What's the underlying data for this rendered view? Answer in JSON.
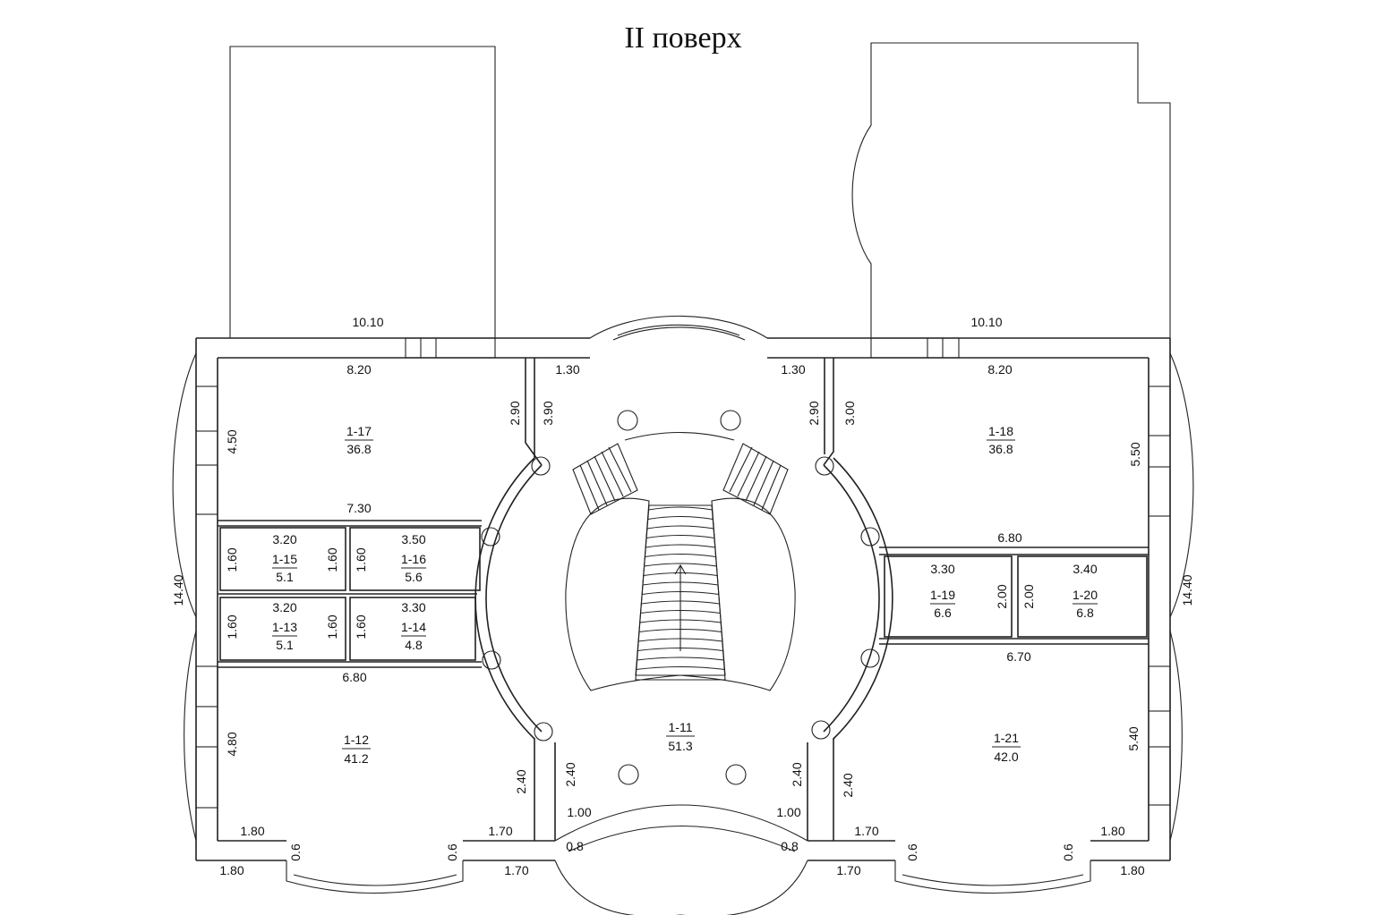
{
  "title": "II поверх",
  "rooms": [
    {
      "id": "r17",
      "number": "1-17",
      "area": "36.8"
    },
    {
      "id": "r18",
      "number": "1-18",
      "area": "36.8"
    },
    {
      "id": "r15",
      "number": "1-15",
      "area": "5.1"
    },
    {
      "id": "r16",
      "number": "1-16",
      "area": "5.6"
    },
    {
      "id": "r13",
      "number": "1-13",
      "area": "5.1"
    },
    {
      "id": "r14",
      "number": "1-14",
      "area": "4.8"
    },
    {
      "id": "r19",
      "number": "1-19",
      "area": "6.6"
    },
    {
      "id": "r20",
      "number": "1-20",
      "area": "6.8"
    },
    {
      "id": "r11",
      "number": "1-11",
      "area": "51.3"
    },
    {
      "id": "r12",
      "number": "1-12",
      "area": "41.2"
    },
    {
      "id": "r21",
      "number": "1-21",
      "area": "42.0"
    }
  ],
  "dimensions": [
    {
      "id": "d-top-left",
      "value": "10.10"
    },
    {
      "id": "d-top-right",
      "value": "10.10"
    },
    {
      "id": "d-17-top",
      "value": "8.20"
    },
    {
      "id": "d-18-top",
      "value": "8.20"
    },
    {
      "id": "d-hall-tl",
      "value": "1.30"
    },
    {
      "id": "d-hall-tr",
      "value": "1.30"
    },
    {
      "id": "d-17-left",
      "value": "4.50"
    },
    {
      "id": "d-17-right",
      "value": "2.90"
    },
    {
      "id": "d-hall-left",
      "value": "3.90"
    },
    {
      "id": "d-hall-right",
      "value": "2.90"
    },
    {
      "id": "d-18-left",
      "value": "3.00"
    },
    {
      "id": "d-18-right",
      "value": "5.50"
    },
    {
      "id": "d-17-bottom",
      "value": "7.30"
    },
    {
      "id": "d-18-bottom",
      "value": "6.80"
    },
    {
      "id": "d-15-top",
      "value": "3.20"
    },
    {
      "id": "d-16-top",
      "value": "3.50"
    },
    {
      "id": "d-15-l",
      "value": "1.60"
    },
    {
      "id": "d-15-r",
      "value": "1.60"
    },
    {
      "id": "d-16-l",
      "value": "1.60"
    },
    {
      "id": "d-13-top",
      "value": "3.20"
    },
    {
      "id": "d-14-top",
      "value": "3.30"
    },
    {
      "id": "d-13-l",
      "value": "1.60"
    },
    {
      "id": "d-13-r",
      "value": "1.60"
    },
    {
      "id": "d-14-l",
      "value": "1.60"
    },
    {
      "id": "d-19-top",
      "value": "3.30"
    },
    {
      "id": "d-20-top",
      "value": "3.40"
    },
    {
      "id": "d-19-r",
      "value": "2.00"
    },
    {
      "id": "d-20-l",
      "value": "2.00"
    },
    {
      "id": "d-width-left",
      "value": "14.40"
    },
    {
      "id": "d-width-right",
      "value": "14.40"
    },
    {
      "id": "d-12-top",
      "value": "6.80"
    },
    {
      "id": "d-21-top",
      "value": "6.70"
    },
    {
      "id": "d-12-left",
      "value": "4.80"
    },
    {
      "id": "d-21-right",
      "value": "5.40"
    },
    {
      "id": "d-12-right",
      "value": "2.40"
    },
    {
      "id": "d-hall-bl",
      "value": "2.40"
    },
    {
      "id": "d-hall-br",
      "value": "2.40"
    },
    {
      "id": "d-21-left",
      "value": "2.40"
    },
    {
      "id": "d-hall-bot-l",
      "value": "1.00"
    },
    {
      "id": "d-hall-bot-r",
      "value": "1.00"
    },
    {
      "id": "d-12-bot-l",
      "value": "1.80"
    },
    {
      "id": "d-12-bot-r",
      "value": "1.70"
    },
    {
      "id": "d-21-bot-l",
      "value": "1.70"
    },
    {
      "id": "d-21-bot-r",
      "value": "1.80"
    },
    {
      "id": "d-bay-12-l",
      "value": "0.6"
    },
    {
      "id": "d-bay-12-r",
      "value": "0.6"
    },
    {
      "id": "d-bay-21-l",
      "value": "0.6"
    },
    {
      "id": "d-bay-21-r",
      "value": "0.6"
    },
    {
      "id": "d-porch-l",
      "value": "0.8"
    },
    {
      "id": "d-porch-r",
      "value": "0.8"
    },
    {
      "id": "d-out-bl",
      "value": "1.80"
    },
    {
      "id": "d-out-ml",
      "value": "1.70"
    },
    {
      "id": "d-out-mr",
      "value": "1.70"
    },
    {
      "id": "d-out-br",
      "value": "1.80"
    }
  ]
}
